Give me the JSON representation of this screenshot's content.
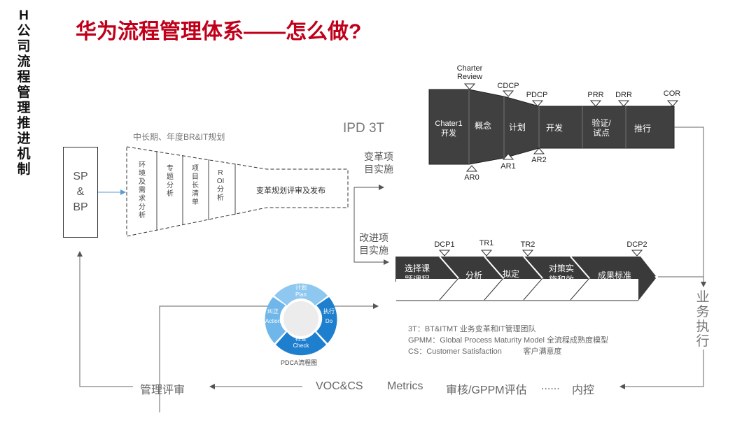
{
  "sidebar_title": "H公司流程管理推进机制",
  "title": "华为流程管理体系——怎么做?",
  "sp_box": {
    "line1": "SP",
    "line2": "&",
    "line3": "BP"
  },
  "funnel": {
    "header": "中长期、年度BR&IT规划",
    "columns": [
      "环境及需求分析",
      "专题分析",
      "项目长清单",
      "ROI分析"
    ],
    "release": "变革规划评审及发布"
  },
  "ipd_label": "IPD 3T",
  "branch_top": [
    "变革项",
    "目实施"
  ],
  "branch_bottom": [
    "改进项",
    "目实施"
  ],
  "ipd": {
    "stages": [
      {
        "lines": [
          "Chater1",
          "开发"
        ]
      },
      {
        "lines": [
          "概念"
        ]
      },
      {
        "lines": [
          "计划"
        ]
      },
      {
        "lines": [
          "开发"
        ]
      },
      {
        "lines": [
          "验证/",
          "试点"
        ]
      },
      {
        "lines": [
          "推行"
        ]
      }
    ],
    "top_markers": [
      {
        "lines": [
          "Charter",
          "Review"
        ]
      },
      {
        "lines": [
          "CDCP"
        ]
      },
      {
        "lines": [
          "PDCP"
        ]
      },
      {
        "lines": [
          "PRR"
        ]
      },
      {
        "lines": [
          "DRR"
        ]
      },
      {
        "lines": [
          "COR"
        ]
      }
    ],
    "bottom_markers": [
      "AR0",
      "AR1",
      "AR2"
    ]
  },
  "improve": {
    "steps": [
      {
        "lines": [
          "选择课",
          "题课程"
        ]
      },
      {
        "lines": [
          "分析"
        ]
      },
      {
        "lines": [
          "拟定"
        ]
      },
      {
        "lines": [
          "对策实",
          "施和效"
        ]
      },
      {
        "lines": [
          "成果标准"
        ]
      }
    ],
    "markers": [
      "DCP1",
      "TR1",
      "TR2",
      "DCP2"
    ]
  },
  "pdca": {
    "plan": [
      "计划",
      "Plan"
    ],
    "do": [
      "执行",
      "Do"
    ],
    "check": [
      "检查",
      "Check"
    ],
    "action": [
      "纠正",
      "Action"
    ],
    "caption": "PDCA流程图"
  },
  "legend": [
    "3T：BT&ITMT  业务变革和IT管理团队",
    "GPMM：Global Process Maturity Model 全流程成熟度模型",
    "CS：Customer Satisfaction          客户满意度"
  ],
  "business_exec": "业务执行",
  "bottom_row": {
    "review": "管理评审",
    "items": [
      "VOC&CS",
      "Metrics",
      "审核/GPPM评估",
      "......",
      "内控"
    ]
  },
  "colors": {
    "title_red": "#c0001a",
    "stage_dark": "#404040",
    "improve_dark": "#3a3a3a",
    "pdca_blue": "#1f7fcf",
    "pdca_light": "#6fb6ea",
    "line_gray": "#666666",
    "arrow_blue": "#5b9bd5"
  }
}
